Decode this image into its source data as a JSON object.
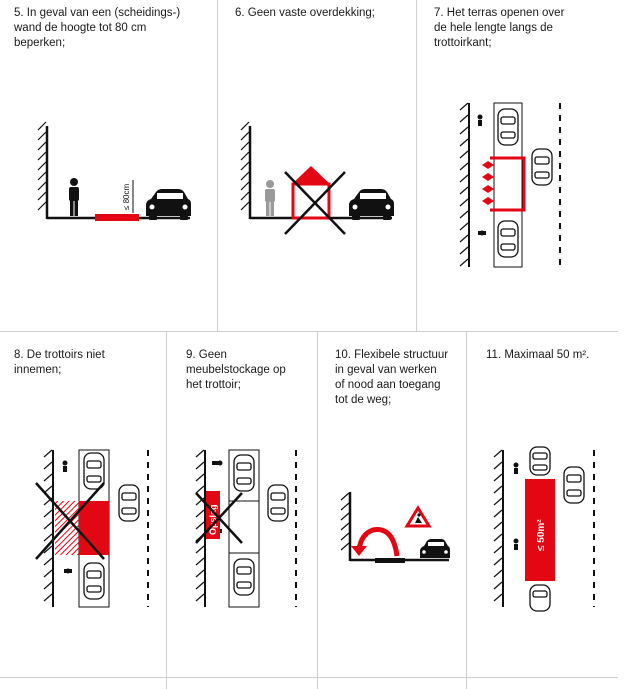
{
  "panels": [
    {
      "caption": "5. In geval van een (scheidings-)\nwand de hoogte tot 80 cm\nbeperken;",
      "label": "≤ 80cm"
    },
    {
      "caption": "6. Geen vaste overdekking;"
    },
    {
      "caption": "7. Het terras openen over\nde hele lengte langs de\ntrottoirkant;"
    },
    {
      "caption": "8. De trottoirs niet\ninnemen;"
    },
    {
      "caption": "9. Geen\nmeubelstockage op\nhet trottoir;",
      "label": "Opslag"
    },
    {
      "caption": "10. Flexibele structuur\nin geval van werken\nof nood aan toegang\ntot de weg;"
    },
    {
      "caption": "11. Maximaal 50 m².",
      "label": "≤ 50m²"
    }
  ],
  "colors": {
    "accent": "#e30613",
    "line": "#111111",
    "grid": "#cfcfcf",
    "gray": "#9a9a9a"
  }
}
